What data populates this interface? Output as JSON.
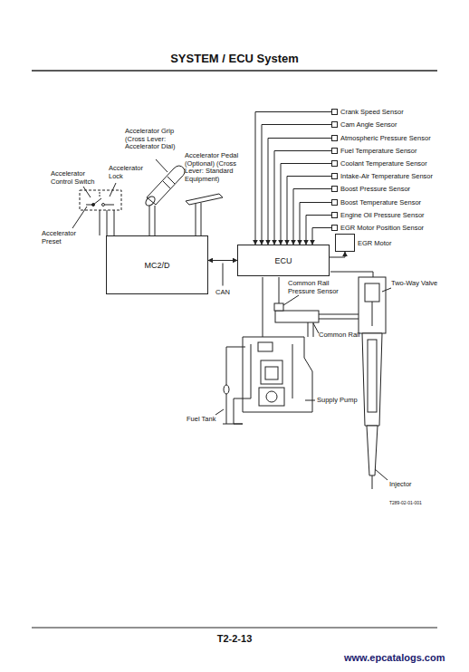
{
  "diagram": {
    "title": "SYSTEM / ECU System",
    "nodes": [
      {
        "text": [
          "MC2/D"
        ]
      },
      {
        "text": [
          "ECU"
        ]
      },
      {
        "text": [
          "Crank Speed Sensor"
        ]
      },
      {
        "text": [
          "Cam Angle Sensor"
        ]
      },
      {
        "text": [
          "Atmospheric Pressure Sensor"
        ]
      },
      {
        "text": [
          "Fuel Temperature Sensor"
        ]
      },
      {
        "text": [
          "Coolant Temperature Sensor"
        ]
      },
      {
        "text": [
          "Intake-Air Temperature Sensor"
        ]
      },
      {
        "text": [
          "Boost Pressure Sensor"
        ]
      },
      {
        "text": [
          "Boost Temperature Sensor"
        ]
      },
      {
        "text": [
          "Engine Oil Pressure Sensor"
        ]
      },
      {
        "text": [
          "EGR Motor Position Sensor"
        ]
      },
      {
        "text": [
          "EGR Motor"
        ]
      }
    ],
    "edges": [
      {
        "from": 0,
        "to": 1,
        "label": "CAN",
        "arrow": "both"
      },
      {
        "from": 2,
        "to": 1,
        "arrow": "to"
      },
      {
        "from": 3,
        "to": 1,
        "arrow": "to"
      },
      {
        "from": 4,
        "to": 1,
        "arrow": "to"
      },
      {
        "from": 5,
        "to": 1,
        "arrow": "to"
      },
      {
        "from": 6,
        "to": 1,
        "arrow": "to"
      },
      {
        "from": 7,
        "to": 1,
        "arrow": "to"
      },
      {
        "from": 8,
        "to": 1,
        "arrow": "to"
      },
      {
        "from": 9,
        "to": 1,
        "arrow": "to"
      },
      {
        "from": 10,
        "to": 1,
        "arrow": "to"
      },
      {
        "from": 11,
        "to": 1,
        "arrow": "to"
      },
      {
        "from": 1,
        "to": 12,
        "arrow": "to"
      }
    ],
    "labels": [
      "Accelerator Grip (Cross Lever: Accelerator Dial)",
      "Accelerator Pedal (Optional) (Cross Lever: Standard Equipment)",
      "Accelerator Control Switch",
      "Accelerator Lock",
      "Accelerator Preset",
      "Common Rail Pressure Sensor",
      "Two-Way Valve",
      "Common Rail",
      "Supply Pump",
      "Fuel Tank",
      "Injector",
      "T289-02-01-001",
      "T2-2-13",
      "www.epcatalogs.com"
    ]
  }
}
